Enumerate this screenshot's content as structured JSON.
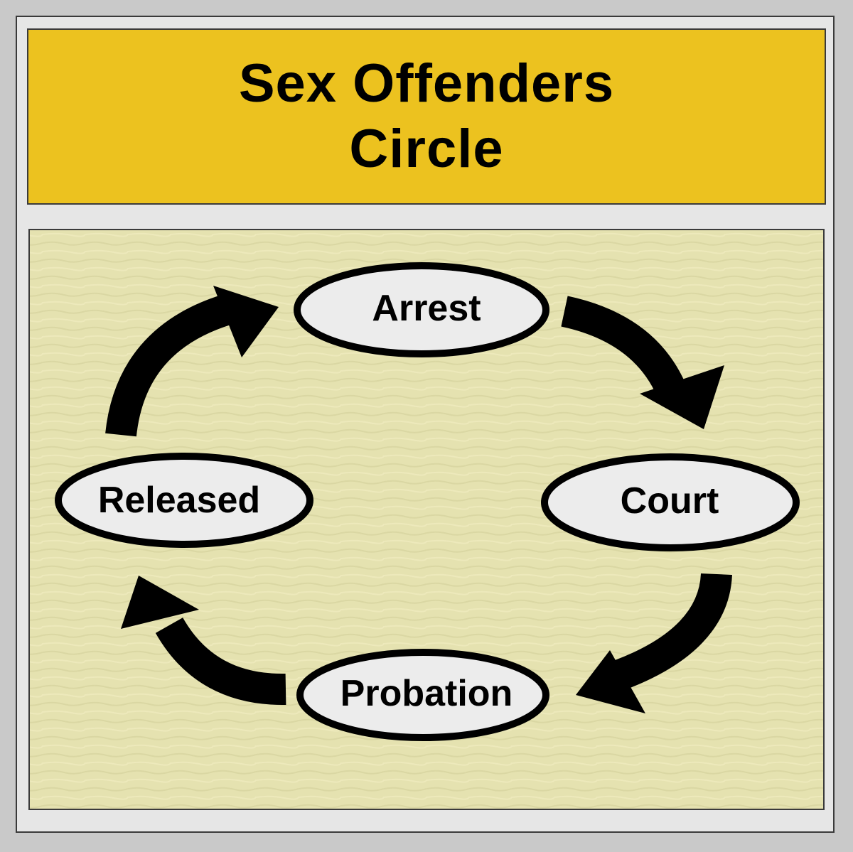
{
  "title": {
    "line1": "Sex Offenders",
    "line2": "Circle"
  },
  "stages": {
    "arrest": "Arrest",
    "court": "Court",
    "probation": "Probation",
    "released": "Released"
  },
  "colors": {
    "background": "#c9c9c9",
    "frame": "#e6e6e6",
    "banner": "#ecc21f",
    "panel": "#e5e2b0",
    "ellipse_fill": "#ececec",
    "ink": "#000000"
  }
}
